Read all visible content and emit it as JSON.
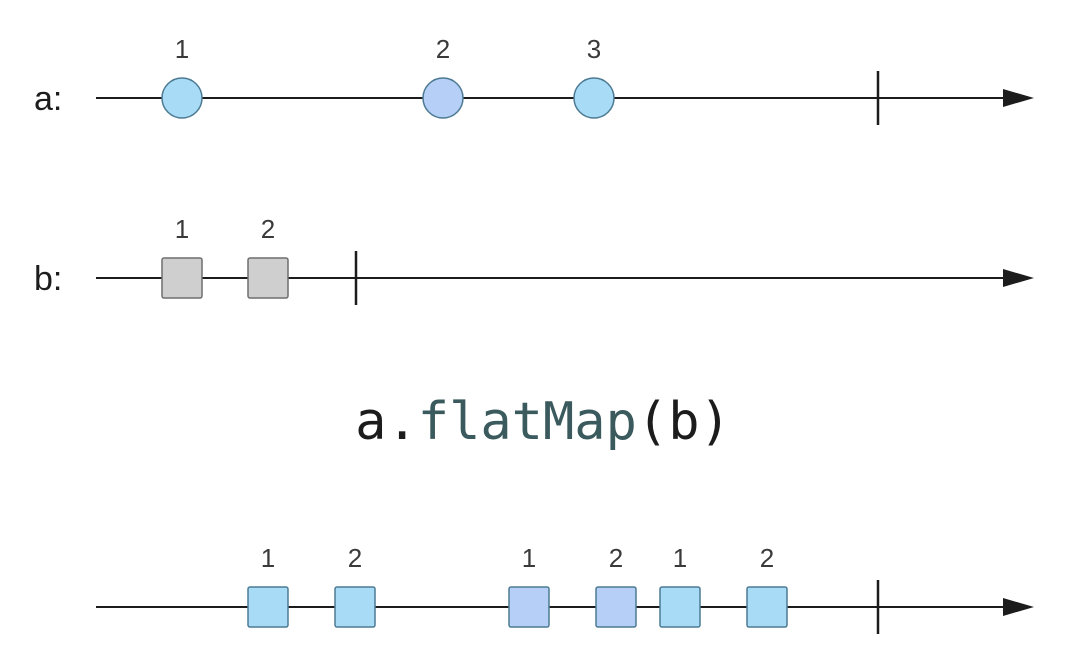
{
  "streams": {
    "a": {
      "label": "a:"
    },
    "b": {
      "label": "b:"
    }
  },
  "operator": {
    "receiver": "a",
    "dot": ".",
    "method": "flatMap",
    "open_paren": "(",
    "argument": "b",
    "close_paren": ")"
  },
  "chart_data": {
    "type": "marble",
    "lines": [
      {
        "id": "a",
        "label": "a:",
        "shape": "circle",
        "items": [
          {
            "label": "1",
            "color": "#a8dcf6"
          },
          {
            "label": "2",
            "color": "#b5cff7"
          },
          {
            "label": "3",
            "color": "#a8dcf6"
          }
        ],
        "completes": true
      },
      {
        "id": "b",
        "label": "b:",
        "shape": "square",
        "items": [
          {
            "label": "1",
            "color": "#cfcfcf"
          },
          {
            "label": "2",
            "color": "#cfcfcf"
          }
        ],
        "completes": true
      },
      {
        "id": "result",
        "label": "",
        "shape": "square",
        "items": [
          {
            "label": "1",
            "color": "#a8dcf6"
          },
          {
            "label": "2",
            "color": "#a8dcf6"
          },
          {
            "label": "1",
            "color": "#b5cff7"
          },
          {
            "label": "2",
            "color": "#b5cff7"
          },
          {
            "label": "1",
            "color": "#a8dcf6"
          },
          {
            "label": "2",
            "color": "#a8dcf6"
          }
        ],
        "completes": true
      }
    ]
  }
}
